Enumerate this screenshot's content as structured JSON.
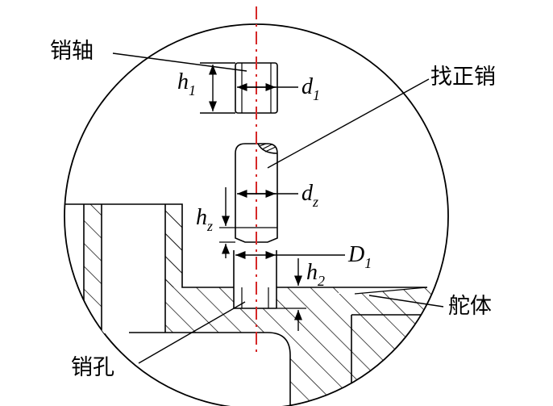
{
  "labels": {
    "pin_shaft": "销轴",
    "locating_pin": "找正销",
    "rudder_body": "舵体",
    "pin_hole": "销孔"
  },
  "dimensions": {
    "h1": {
      "symbol": "h",
      "subscript": "1"
    },
    "d1": {
      "symbol": "d",
      "subscript": "1"
    },
    "dz": {
      "symbol": "d",
      "subscript": "z"
    },
    "hz": {
      "symbol": "h",
      "subscript": "z"
    },
    "D1": {
      "symbol": "D",
      "subscript": "1"
    },
    "h2": {
      "symbol": "h",
      "subscript": "2"
    }
  },
  "colors": {
    "line": "#000000",
    "centerline": "#d62828",
    "background": "#ffffff"
  }
}
